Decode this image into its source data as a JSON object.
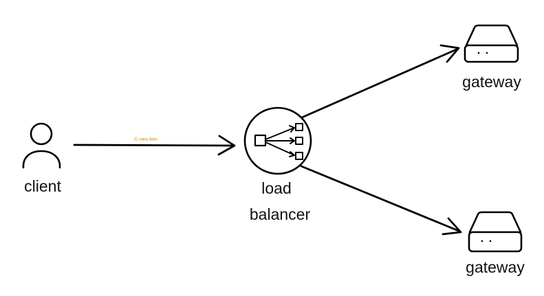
{
  "nodes": {
    "client": {
      "label": "client"
    },
    "load_balancer": {
      "label_line1": "load",
      "label_line2": "balancer"
    },
    "gateway_top": {
      "label": "gateway"
    },
    "gateway_bottom": {
      "label": "gateway"
    }
  },
  "edge": {
    "label": "© neo kim"
  },
  "colors": {
    "stroke": "#000000",
    "text": "#111111",
    "watermark": "#d98a00",
    "background": "#ffffff"
  }
}
